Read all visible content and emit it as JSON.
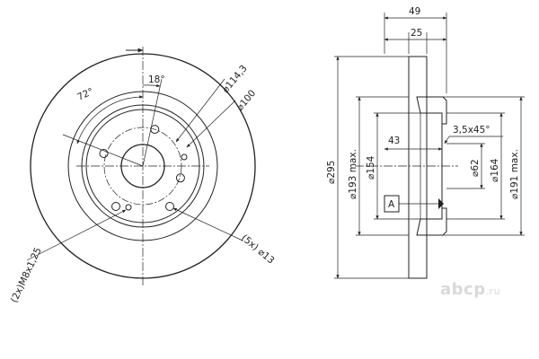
{
  "front_view": {
    "label_bolt_circle": "⌀114,3",
    "label_hub": "⌀100",
    "label_angle_small": "18°",
    "label_angle_large": "72°",
    "label_holes": "(5x) ⌀13",
    "label_thread": "(2x)M8x1,25"
  },
  "section_view": {
    "label_total_width": "49",
    "label_hat_width": "25",
    "label_outer_dia": "⌀295",
    "label_friction_max": "⌀193 max.",
    "label_inner": "⌀154",
    "label_offset": "43",
    "label_chamfer": "3,5x45°",
    "label_center_bore": "⌀62",
    "label_hat_dia": "⌀164",
    "label_friction_max_inner": "⌀191 max.",
    "label_datum": "A"
  },
  "watermark": {
    "brand": "abcp",
    "domain": ".ru"
  }
}
